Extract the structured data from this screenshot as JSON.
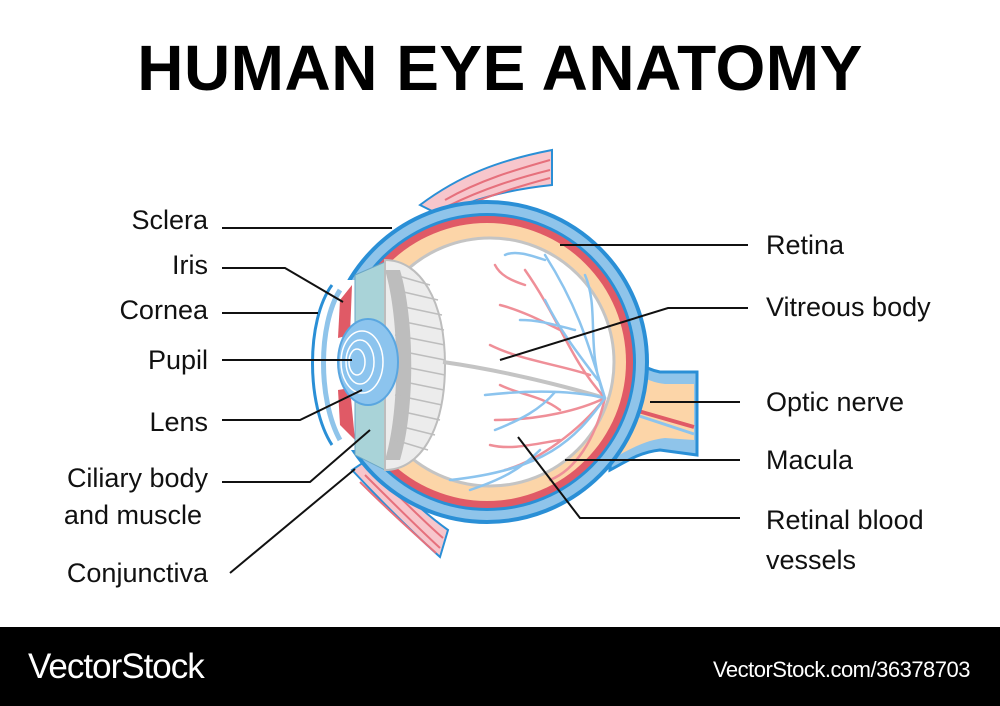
{
  "title": "HUMAN EYE ANATOMY",
  "labels": {
    "sclera": "Sclera",
    "iris": "Iris",
    "cornea": "Cornea",
    "pupil": "Pupil",
    "lens": "Lens",
    "ciliary_1": "Ciliary body",
    "ciliary_2": "and muscle",
    "conjunctiva": "Conjunctiva",
    "retina": "Retina",
    "vitreous": "Vitreous body",
    "optic_nerve": "Optic nerve",
    "macula": "Macula",
    "vessels_1": "Retinal blood",
    "vessels_2": "vessels"
  },
  "colors": {
    "sclera_outline": "#2a8fd6",
    "sclera_fill": "#8fc4ea",
    "choroid": "#e05a66",
    "retina": "#fcd5a8",
    "artery": "#ef8f98",
    "vein": "#8cc4ee"
  },
  "footer": {
    "brand": "VectorStock",
    "url": "VectorStock.com/36378703"
  }
}
